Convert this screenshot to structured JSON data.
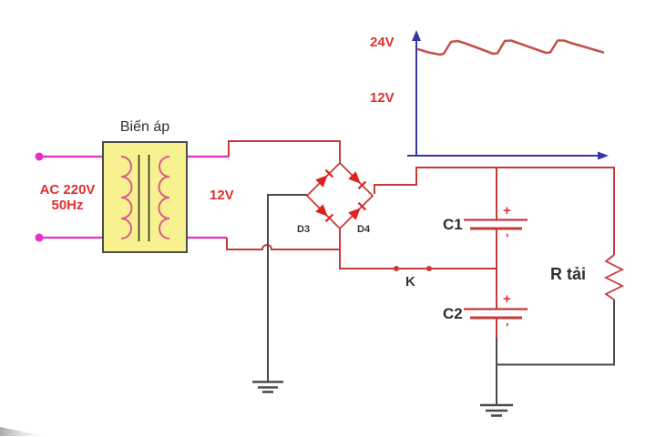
{
  "diagram": {
    "labels": {
      "transformer": "Biến áp",
      "ac_line1": "AC 220V",
      "ac_line2": "50Hz",
      "secondary_voltage": "12V",
      "diode_d3": "D3",
      "diode_d4": "D4",
      "capacitor_c1": "C1",
      "capacitor_c2": "C2",
      "switch_k": "K",
      "load_resistor": "R tải",
      "plus_sign": "+",
      "minus_sign": "-"
    },
    "graph": {
      "tick_top": "24V",
      "tick_mid": "12V"
    },
    "colors": {
      "wire_red": "#c83a3a",
      "wire_magenta": "#e62ecb",
      "wire_black": "#4a4a4a",
      "axis_blue": "#3636a6",
      "waveform_red": "#c5524c",
      "diode_red": "#e01f1f",
      "winding_pink": "#d85b8a",
      "transformer_fill": "#f7f18f",
      "label_red": "#e03030",
      "label_dark": "#333333"
    },
    "waveform": {
      "points": [
        [
          459,
          54
        ],
        [
          470,
          57.5
        ],
        [
          483,
          60
        ],
        [
          487,
          59
        ],
        [
          495,
          46
        ],
        [
          502,
          45
        ],
        [
          509,
          47
        ],
        [
          528,
          54
        ],
        [
          541,
          59
        ],
        [
          546,
          58.5
        ],
        [
          554,
          45
        ],
        [
          561,
          44.5
        ],
        [
          568,
          47
        ],
        [
          585,
          53
        ],
        [
          599,
          58
        ],
        [
          604,
          57.5
        ],
        [
          612,
          44.5
        ],
        [
          619,
          44.5
        ],
        [
          626,
          47
        ],
        [
          645,
          52.5
        ],
        [
          662,
          57.5
        ]
      ]
    }
  }
}
